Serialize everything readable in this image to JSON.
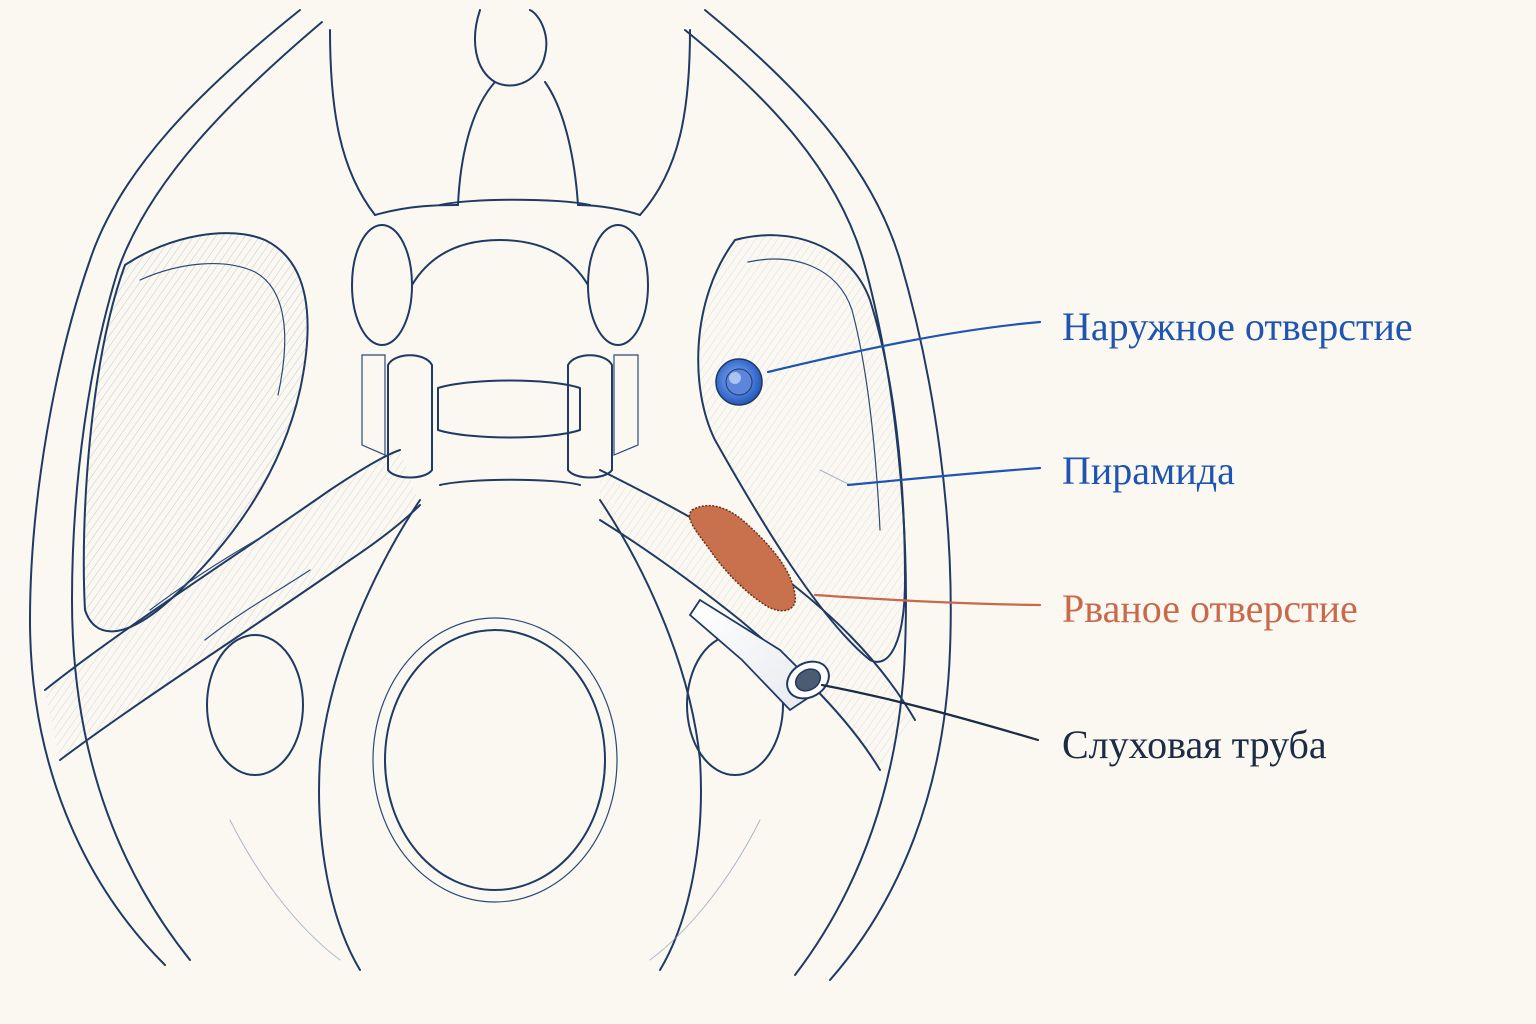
{
  "colors": {
    "background": "#fbf8f2",
    "ink": "#1f3a63",
    "label_blue": "#1f55b0",
    "label_orange": "#c8694b",
    "label_dark": "#1c2c45",
    "foramen_fill": "#c9714d"
  },
  "labels": {
    "external_opening": "Наружное отверстие",
    "pyramid": "Пирамида",
    "lacerum": "Рваное отверстие",
    "auditory_tube": "Слуховая труба"
  }
}
